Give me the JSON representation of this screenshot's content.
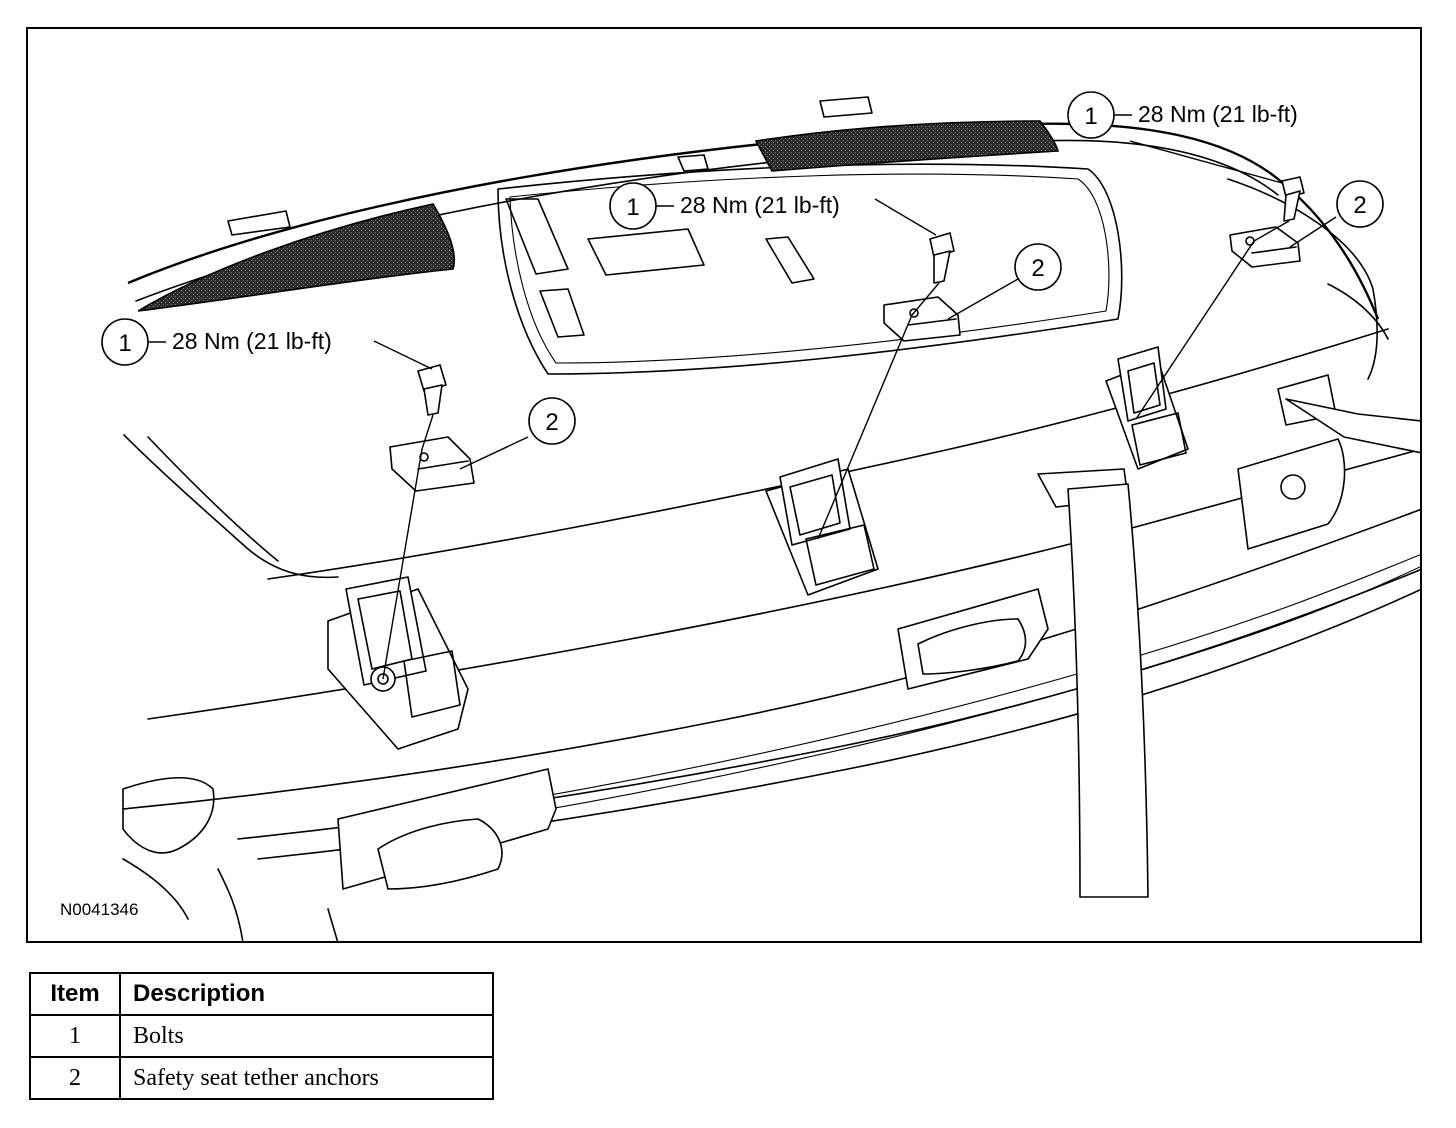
{
  "figure": {
    "id_label": "N0041346",
    "callouts": [
      {
        "number": "1",
        "text": "28 Nm (21 lb-ft)"
      },
      {
        "number": "1",
        "text": "28 Nm (21 lb-ft)"
      },
      {
        "number": "1",
        "text": "28 Nm (21 lb-ft)"
      },
      {
        "number": "2"
      },
      {
        "number": "2"
      },
      {
        "number": "2"
      }
    ]
  },
  "legend": {
    "headers": {
      "item": "Item",
      "description": "Description"
    },
    "rows": [
      {
        "item": "1",
        "description": "Bolts"
      },
      {
        "item": "2",
        "description": "Safety seat tether anchors"
      }
    ]
  }
}
